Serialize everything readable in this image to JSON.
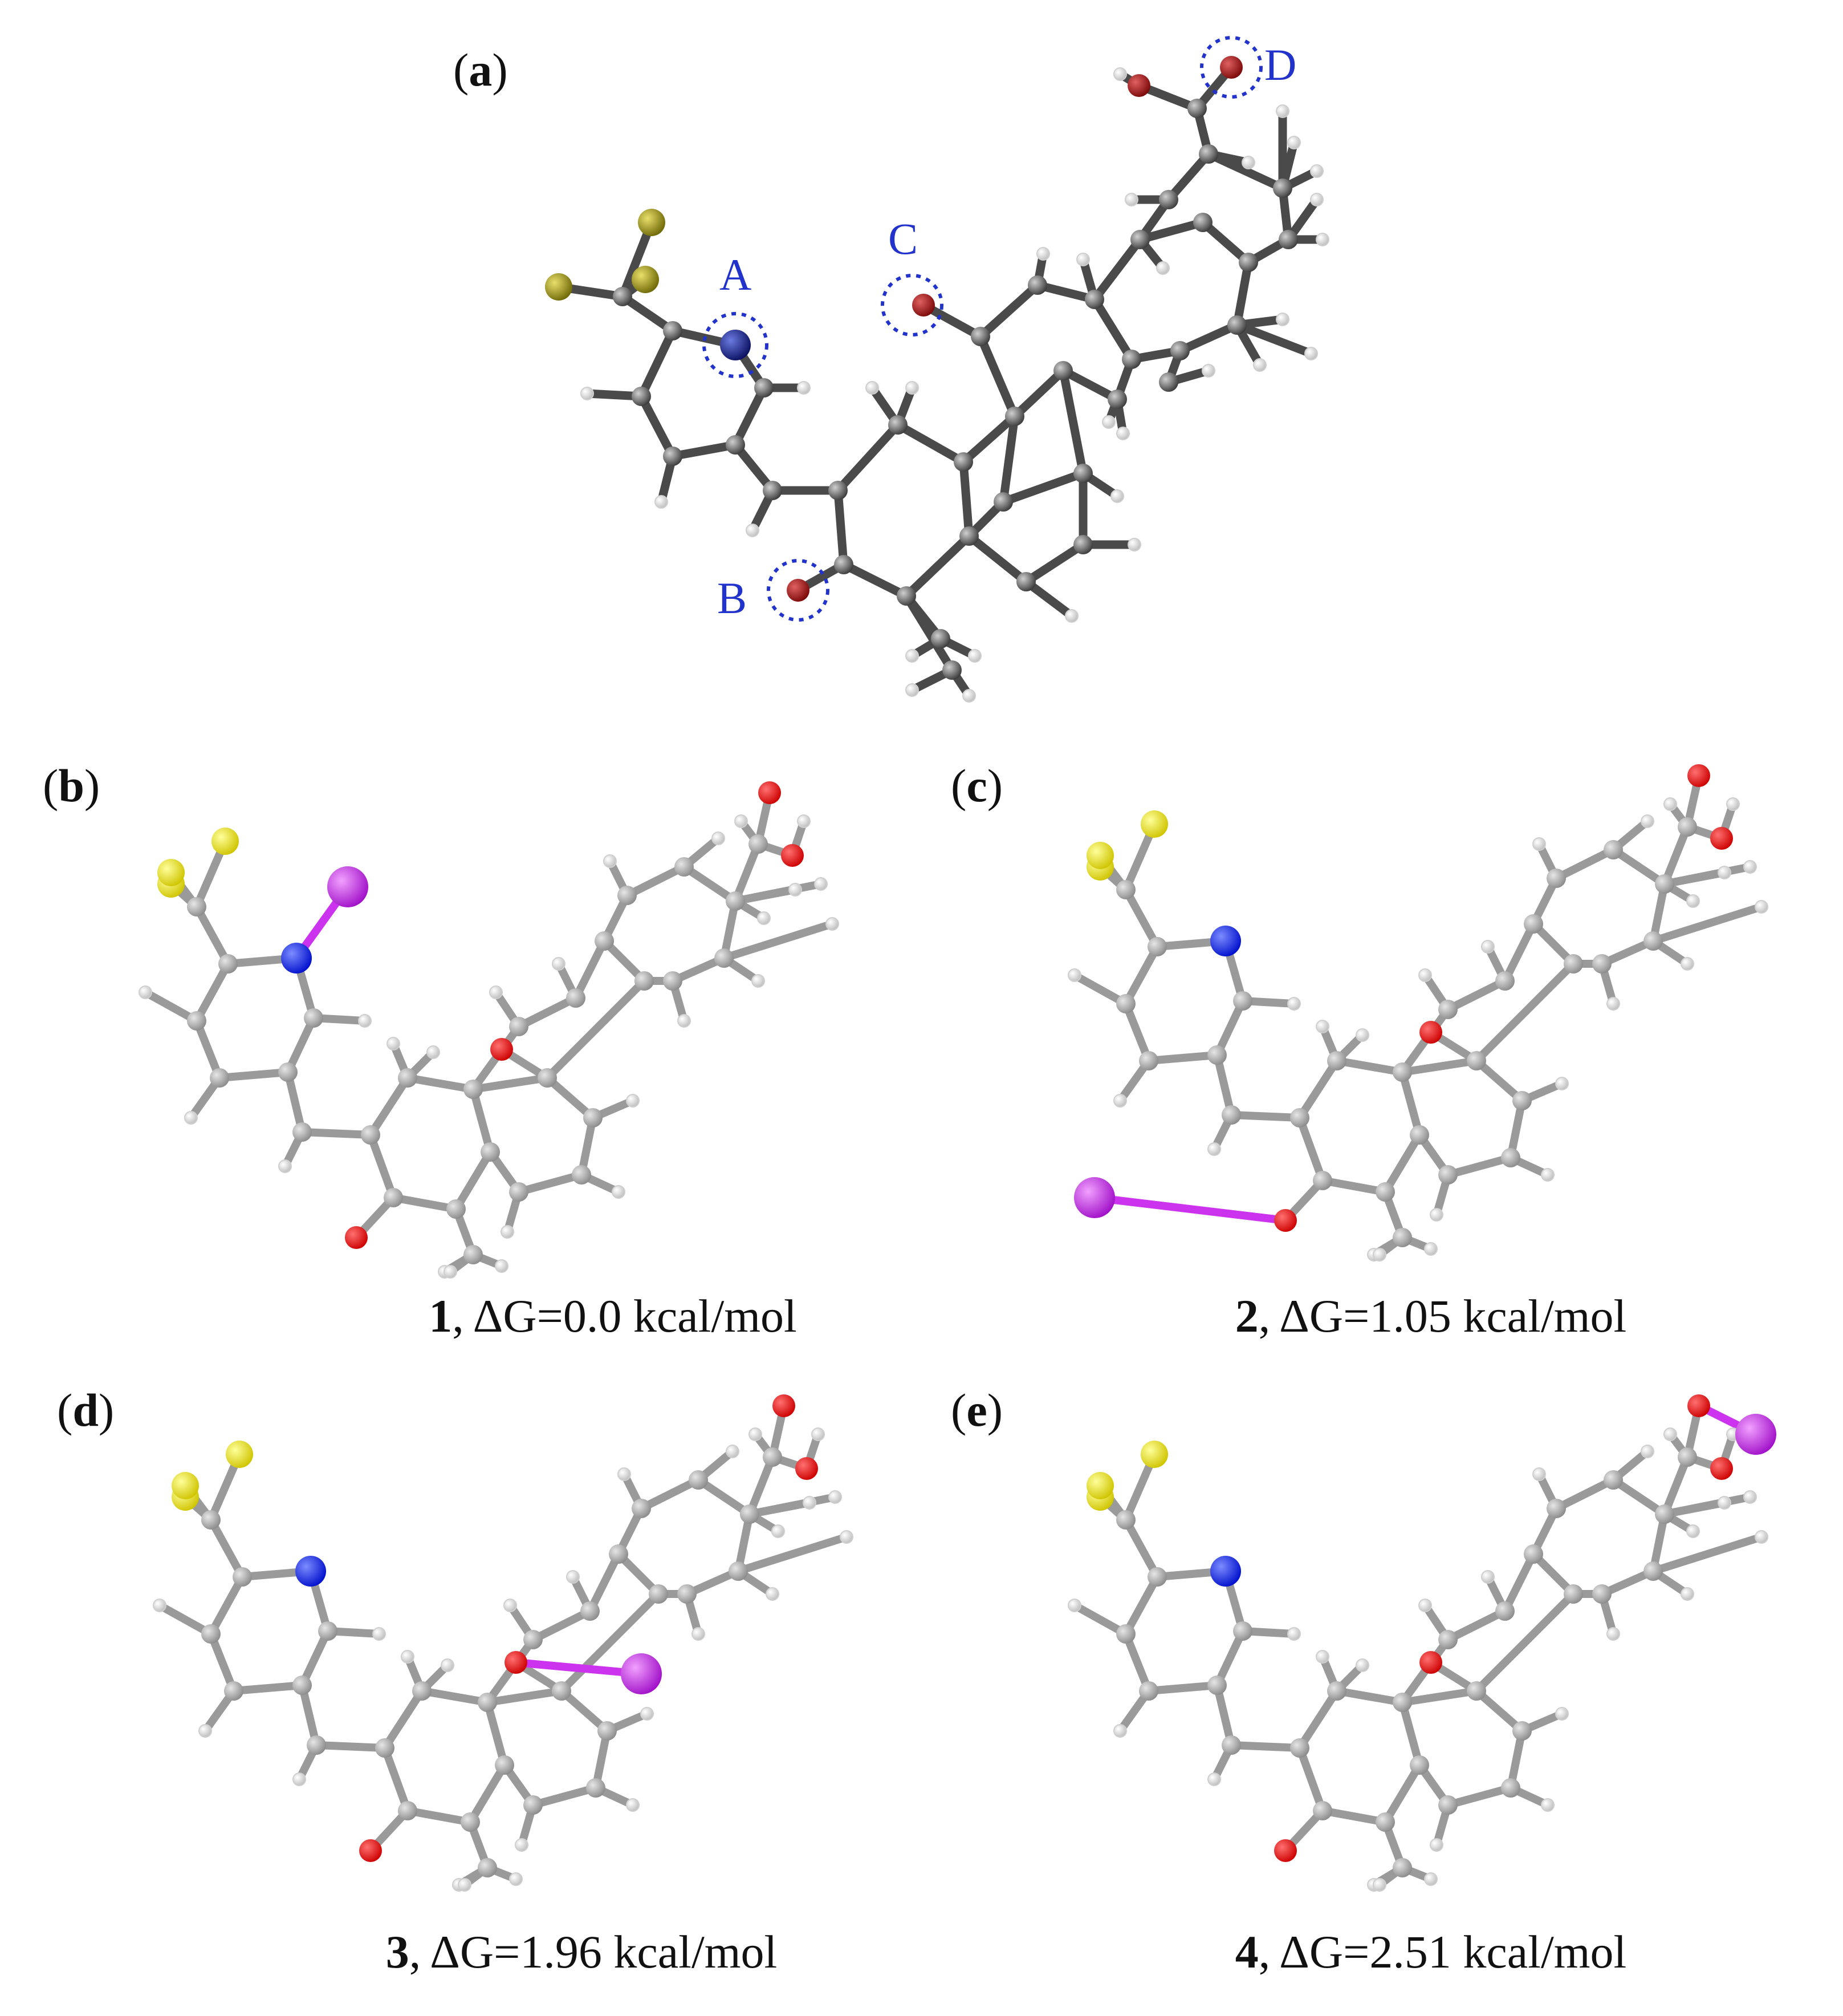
{
  "panel_labels": {
    "a": {
      "open": "(",
      "letter": "a",
      "close": ")"
    },
    "b": {
      "open": "(",
      "letter": "b",
      "close": ")"
    },
    "c": {
      "open": "(",
      "letter": "c",
      "close": ")"
    },
    "d": {
      "open": "(",
      "letter": "d",
      "close": ")"
    },
    "e": {
      "open": "(",
      "letter": "e",
      "close": ")"
    }
  },
  "sites": {
    "A": "A",
    "B": "B",
    "C": "C",
    "D": "D"
  },
  "captions": {
    "b": {
      "num": "1",
      "rest": ", ΔG=0.0 kcal/mol"
    },
    "c": {
      "num": "2",
      "rest": ", ΔG=1.05 kcal/mol"
    },
    "d": {
      "num": "3",
      "rest": ", ΔG=1.96 kcal/mol"
    },
    "e": {
      "num": "4",
      "rest": ", ΔG=2.51 kcal/mol"
    }
  },
  "colors": {
    "site_label": "#2233cc",
    "carbon_dark": "#555555",
    "carbon_light": "#9a9a9a",
    "hydrogen": "#f2f2f2",
    "oxygen_dark": "#b01010",
    "oxygen": "#ee1111",
    "nitrogen_dark": "#10188a",
    "nitrogen": "#1122ee",
    "fluorine_dark": "#a39a10",
    "fluorine": "#f0e800",
    "ion": "#cc33ee"
  }
}
